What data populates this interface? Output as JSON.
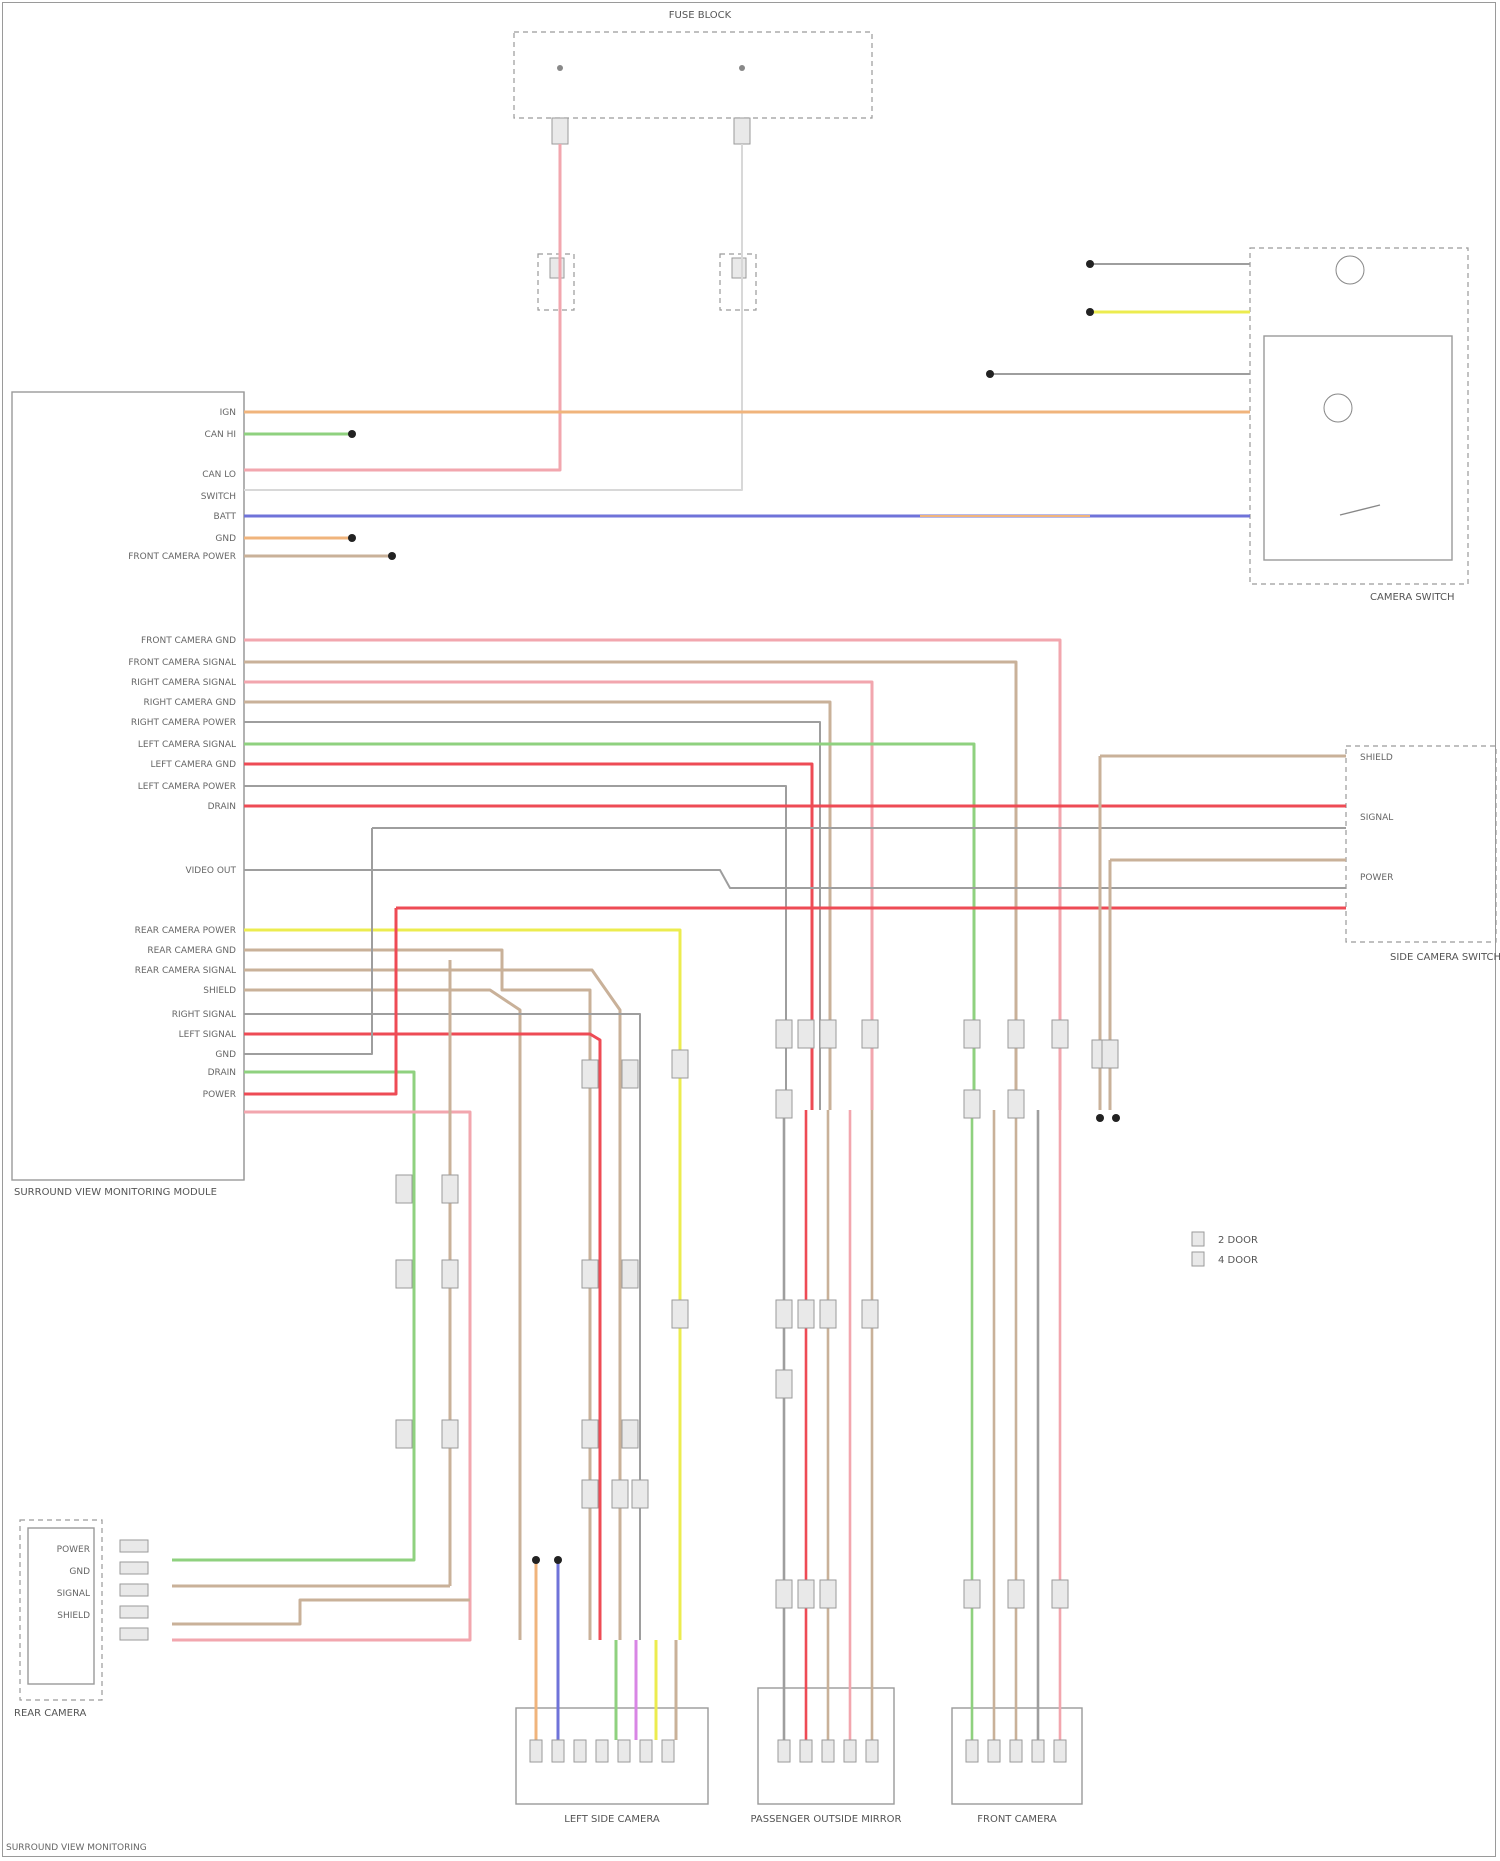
{
  "diagram": {
    "modules": {
      "main_module": {
        "title": "SURROUND VIEW MONITORING MODULE"
      },
      "rear_camera": {
        "title": "REAR CAMERA"
      },
      "front_camera": {
        "title": "FRONT CAMERA"
      },
      "left_camera": {
        "title": "LEFT SIDE CAMERA"
      },
      "right_camera": {
        "title": "RIGHT SIDE CAMERA"
      },
      "passenger_mirror": {
        "title": "PASSENGER OUTSIDE MIRROR"
      },
      "camera_switch": {
        "title": "CAMERA SWITCH"
      },
      "fuse_block": {
        "title": "FUSE BLOCK"
      },
      "dash_right": {
        "title": "SIDE CAMERA SWITCH"
      }
    },
    "main_pin_labels": [
      "IGN",
      "CAN HI",
      "CAN LO",
      "SWITCH",
      "BATT",
      "GND",
      "FRONT CAMERA POWER",
      "FRONT CAMERA GND",
      "FRONT CAMERA SIGNAL",
      "RIGHT CAMERA SIGNAL",
      "RIGHT CAMERA GND",
      "RIGHT CAMERA POWER",
      "LEFT CAMERA SIGNAL",
      "LEFT CAMERA GND",
      "LEFT CAMERA POWER",
      "DRAIN",
      "VIDEO OUT",
      "REAR CAMERA POWER",
      "REAR CAMERA GND",
      "REAR CAMERA SIGNAL",
      "SHIELD",
      "RIGHT SIGNAL",
      "LEFT SIGNAL",
      "GND",
      "DRAIN",
      "POWER"
    ],
    "camera_pin_labels": [
      "POWER",
      "GND",
      "SIGNAL",
      "SHIELD"
    ],
    "switch_pin_labels": [
      "SHIELD",
      "SIGNAL",
      "POWER"
    ],
    "legend": [
      "2 DOOR",
      "4 DOOR"
    ],
    "footer": "SURROUND VIEW MONITORING"
  },
  "colors": {
    "pink": "#f2a6ae",
    "red": "#ee4b55",
    "green": "#8fd17f",
    "yellow": "#ecec4f",
    "blue": "#6f73d9",
    "orange": "#f0b47c",
    "tan": "#c9b199",
    "gray": "#9e9e9e",
    "violet": "#d886e5"
  }
}
